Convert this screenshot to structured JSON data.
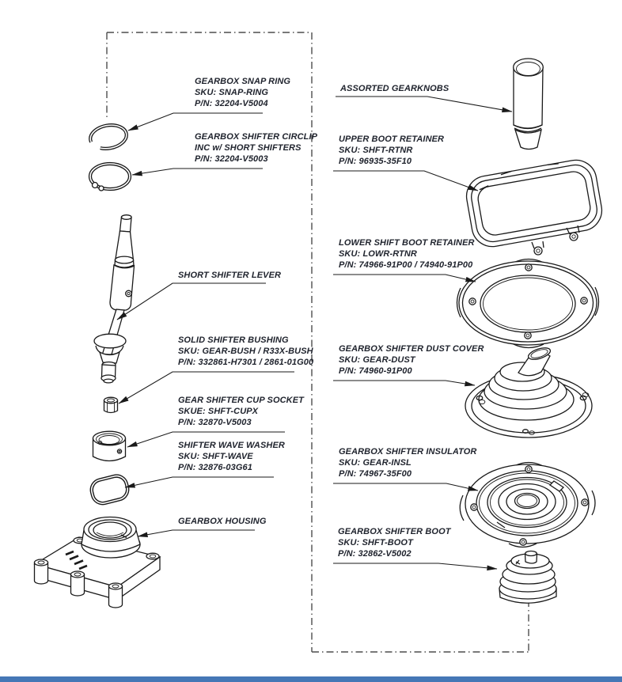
{
  "diagram_title": "gearbox shifter exploded parts diagram",
  "colors": {
    "background": "#ffffff",
    "line": "#1a1a1a",
    "text": "#20242e",
    "dashed_border": "#4d4d4d",
    "bottom_bar": "#4577b6"
  },
  "labels": {
    "left": [
      {
        "id": "snap-ring",
        "lines": [
          "GEARBOX SNAP RING",
          "SKU: SNAP-RING",
          "P/N: 32204-V5004"
        ]
      },
      {
        "id": "shifter-circlip",
        "lines": [
          "GEARBOX SHIFTER CIRCLIP",
          "INC w/ SHORT SHIFTERS",
          "P/N: 32204-V5003"
        ]
      },
      {
        "id": "short-shifter-lever",
        "lines": [
          "SHORT SHIFTER LEVER"
        ]
      },
      {
        "id": "solid-shifter-bushing",
        "lines": [
          "SOLID SHIFTER BUSHING",
          "SKU: GEAR-BUSH / R33X-BUSH",
          "P/N: 332861-H7301 / 2861-01G00"
        ]
      },
      {
        "id": "gear-shifter-cup-socket",
        "lines": [
          "GEAR SHIFTER CUP SOCKET",
          "SKUE: SHFT-CUPX",
          "P/N: 32870-V5003"
        ]
      },
      {
        "id": "shifter-wave-washer",
        "lines": [
          "SHIFTER WAVE WASHER",
          "SKU: SHFT-WAVE",
          "P/N: 32876-03G61"
        ]
      },
      {
        "id": "gearbox-housing",
        "lines": [
          "GEARBOX HOUSING"
        ]
      }
    ],
    "right": [
      {
        "id": "assorted-gearknobs",
        "lines": [
          "ASSORTED GEARKNOBS"
        ]
      },
      {
        "id": "upper-boot-retainer",
        "lines": [
          "UPPER BOOT RETAINER",
          "SKU: SHFT-RTNR",
          "P/N: 96935-35F10"
        ]
      },
      {
        "id": "lower-shift-boot-retainer",
        "lines": [
          "LOWER SHIFT BOOT RETAINER",
          "SKU: LOWR-RTNR",
          "P/N: 74966-91P00 / 74940-91P00"
        ]
      },
      {
        "id": "gearbox-shifter-dust-cover",
        "lines": [
          "GEARBOX SHIFTER DUST COVER",
          "SKU: GEAR-DUST",
          "P/N: 74960-91P00"
        ]
      },
      {
        "id": "gearbox-shifter-insulator",
        "lines": [
          "GEARBOX SHIFTER INSULATOR",
          "SKU: GEAR-INSL",
          "P/N: 74967-35F00"
        ]
      },
      {
        "id": "gearbox-shifter-boot",
        "lines": [
          "GEARBOX SHIFTER BOOT",
          "SKU: SHFT-BOOT",
          "P/N: 32862-V5002"
        ]
      }
    ]
  }
}
